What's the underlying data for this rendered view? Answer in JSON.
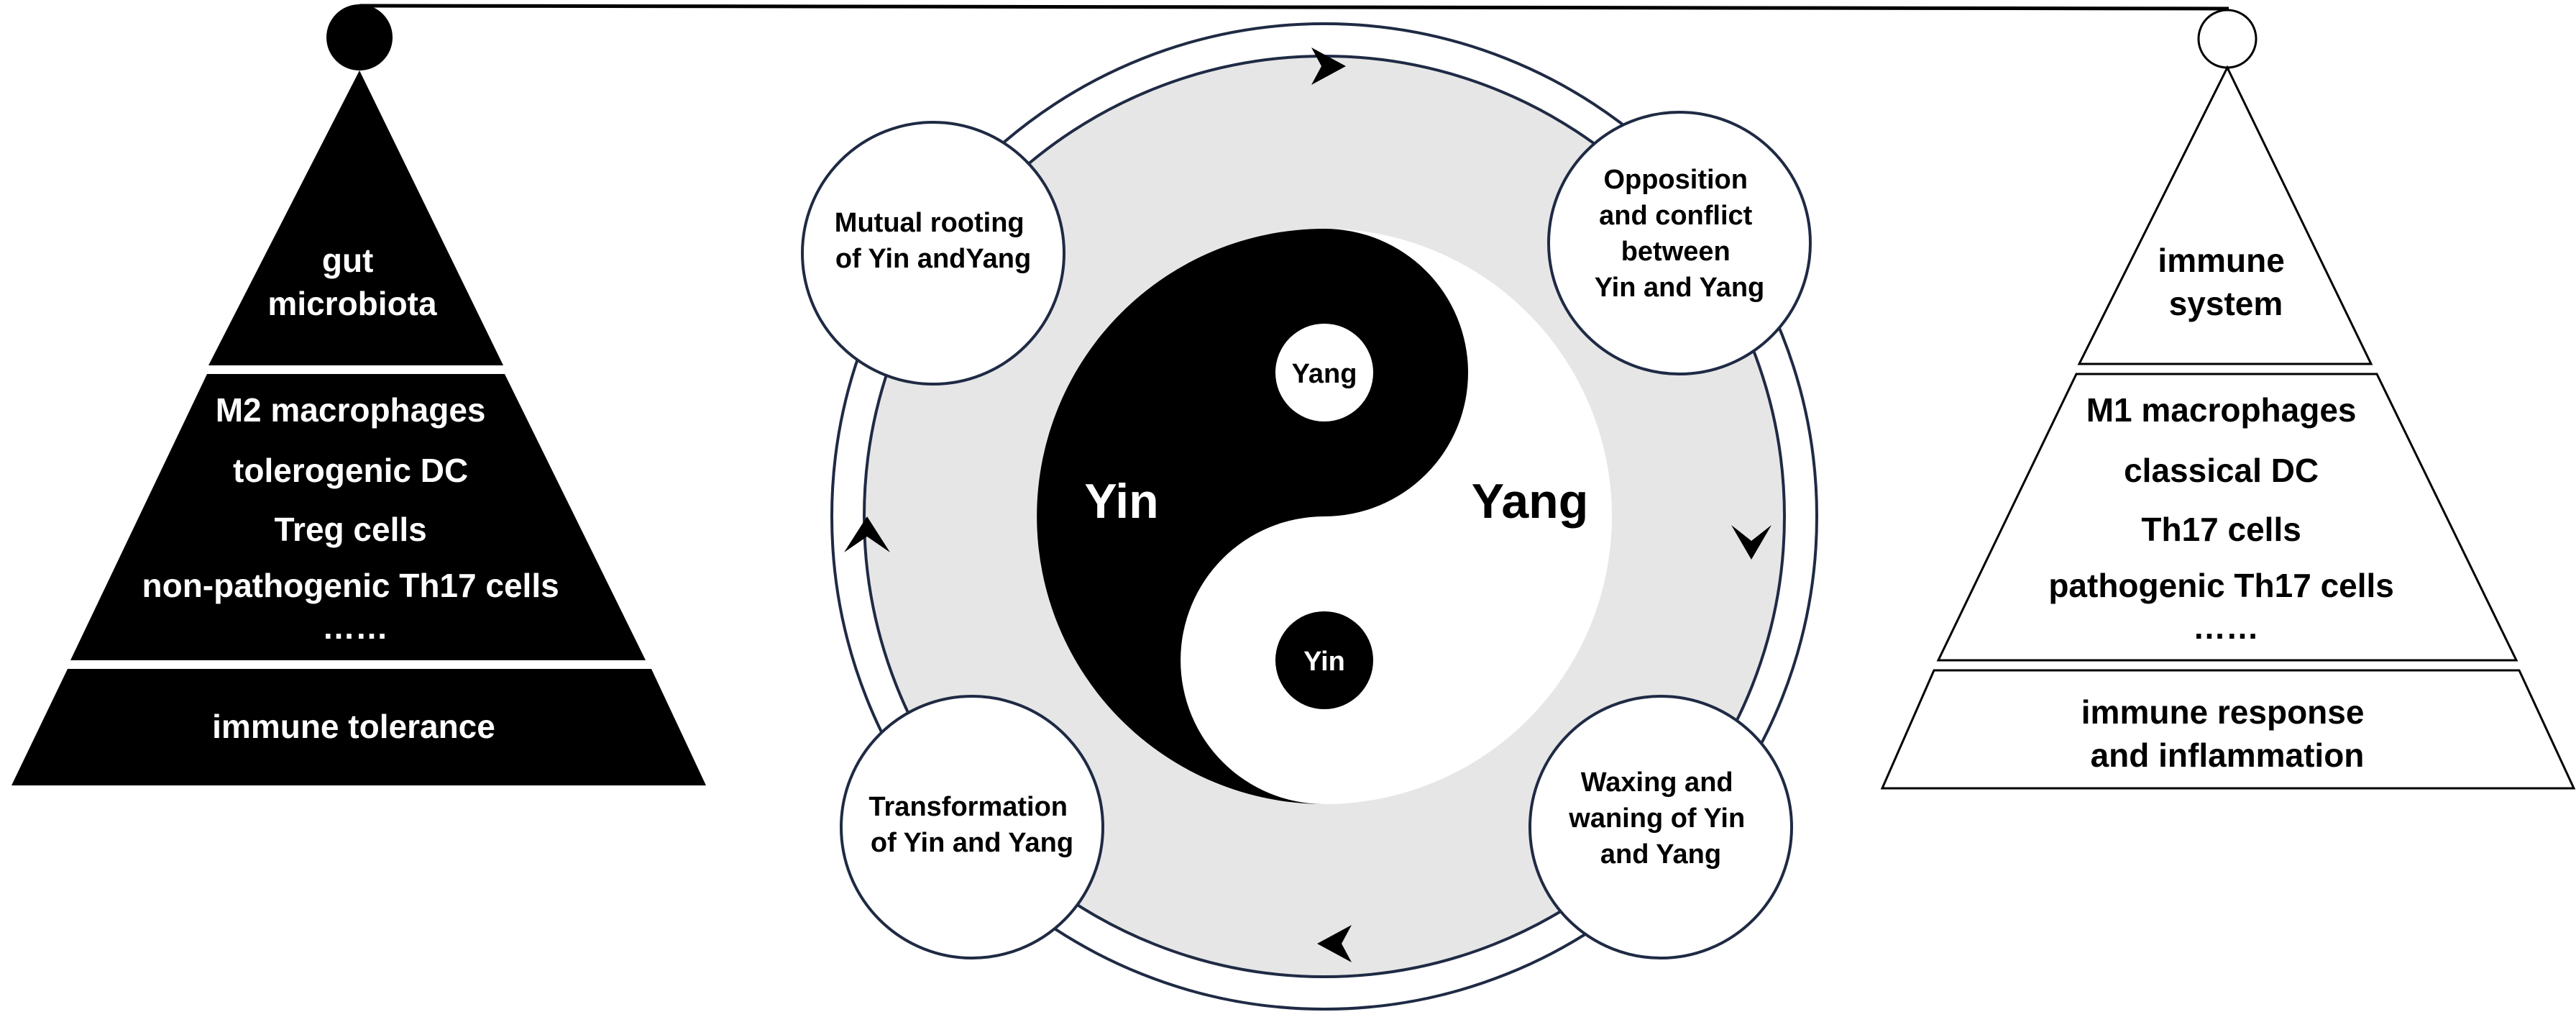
{
  "left_pyramid": {
    "top_lines": [
      "gut",
      "microbiota"
    ],
    "middle_lines": [
      "M2 macrophages",
      "tolerogenic DC",
      "Treg cells",
      "non-pathogenic Th17 cells",
      "……"
    ],
    "bottom": "immune tolerance"
  },
  "right_pyramid": {
    "top_lines": [
      "immune",
      "system"
    ],
    "middle_lines": [
      "M1 macrophages",
      "classical DC",
      "Th17 cells",
      "pathogenic Th17 cells",
      "……"
    ],
    "bottom_lines": [
      "immune response",
      "and inflammation"
    ]
  },
  "taiji": {
    "yin": "Yin",
    "yang": "Yang",
    "dot_yang": "Yang",
    "dot_yin": "Yin"
  },
  "cycle_nodes": {
    "top_left": [
      "Mutual rooting",
      "of Yin andYang"
    ],
    "top_right": [
      "Opposition",
      "and conflict",
      "between",
      "Yin and Yang"
    ],
    "bottom_right": [
      "Waxing and",
      "waning of Yin",
      "and Yang"
    ],
    "bottom_left": [
      "Transformation",
      "of Yin and Yang"
    ]
  },
  "colors": {
    "black": "#000000",
    "white": "#ffffff",
    "ring_gray": "#e6e6e6",
    "outline_navy": "#1f2a44"
  }
}
